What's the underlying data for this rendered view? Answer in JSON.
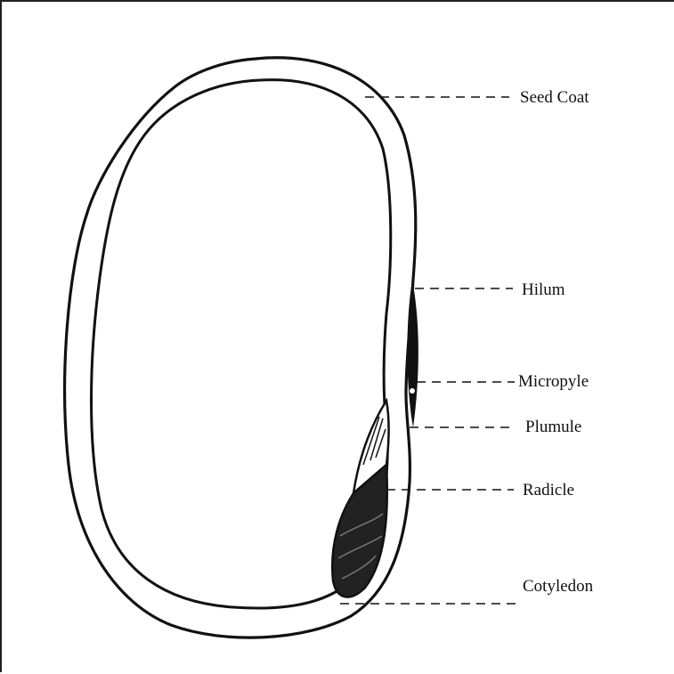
{
  "diagram": {
    "labels": {
      "seed_coat": "Seed Coat",
      "hilum": "Hilum",
      "micropyle": "Micropyle",
      "plumule": "Plumule",
      "radicle": "Radicle",
      "cotyledon": "Cotyledon"
    },
    "colors": {
      "line": "#111111",
      "background": "#ffffff"
    }
  }
}
